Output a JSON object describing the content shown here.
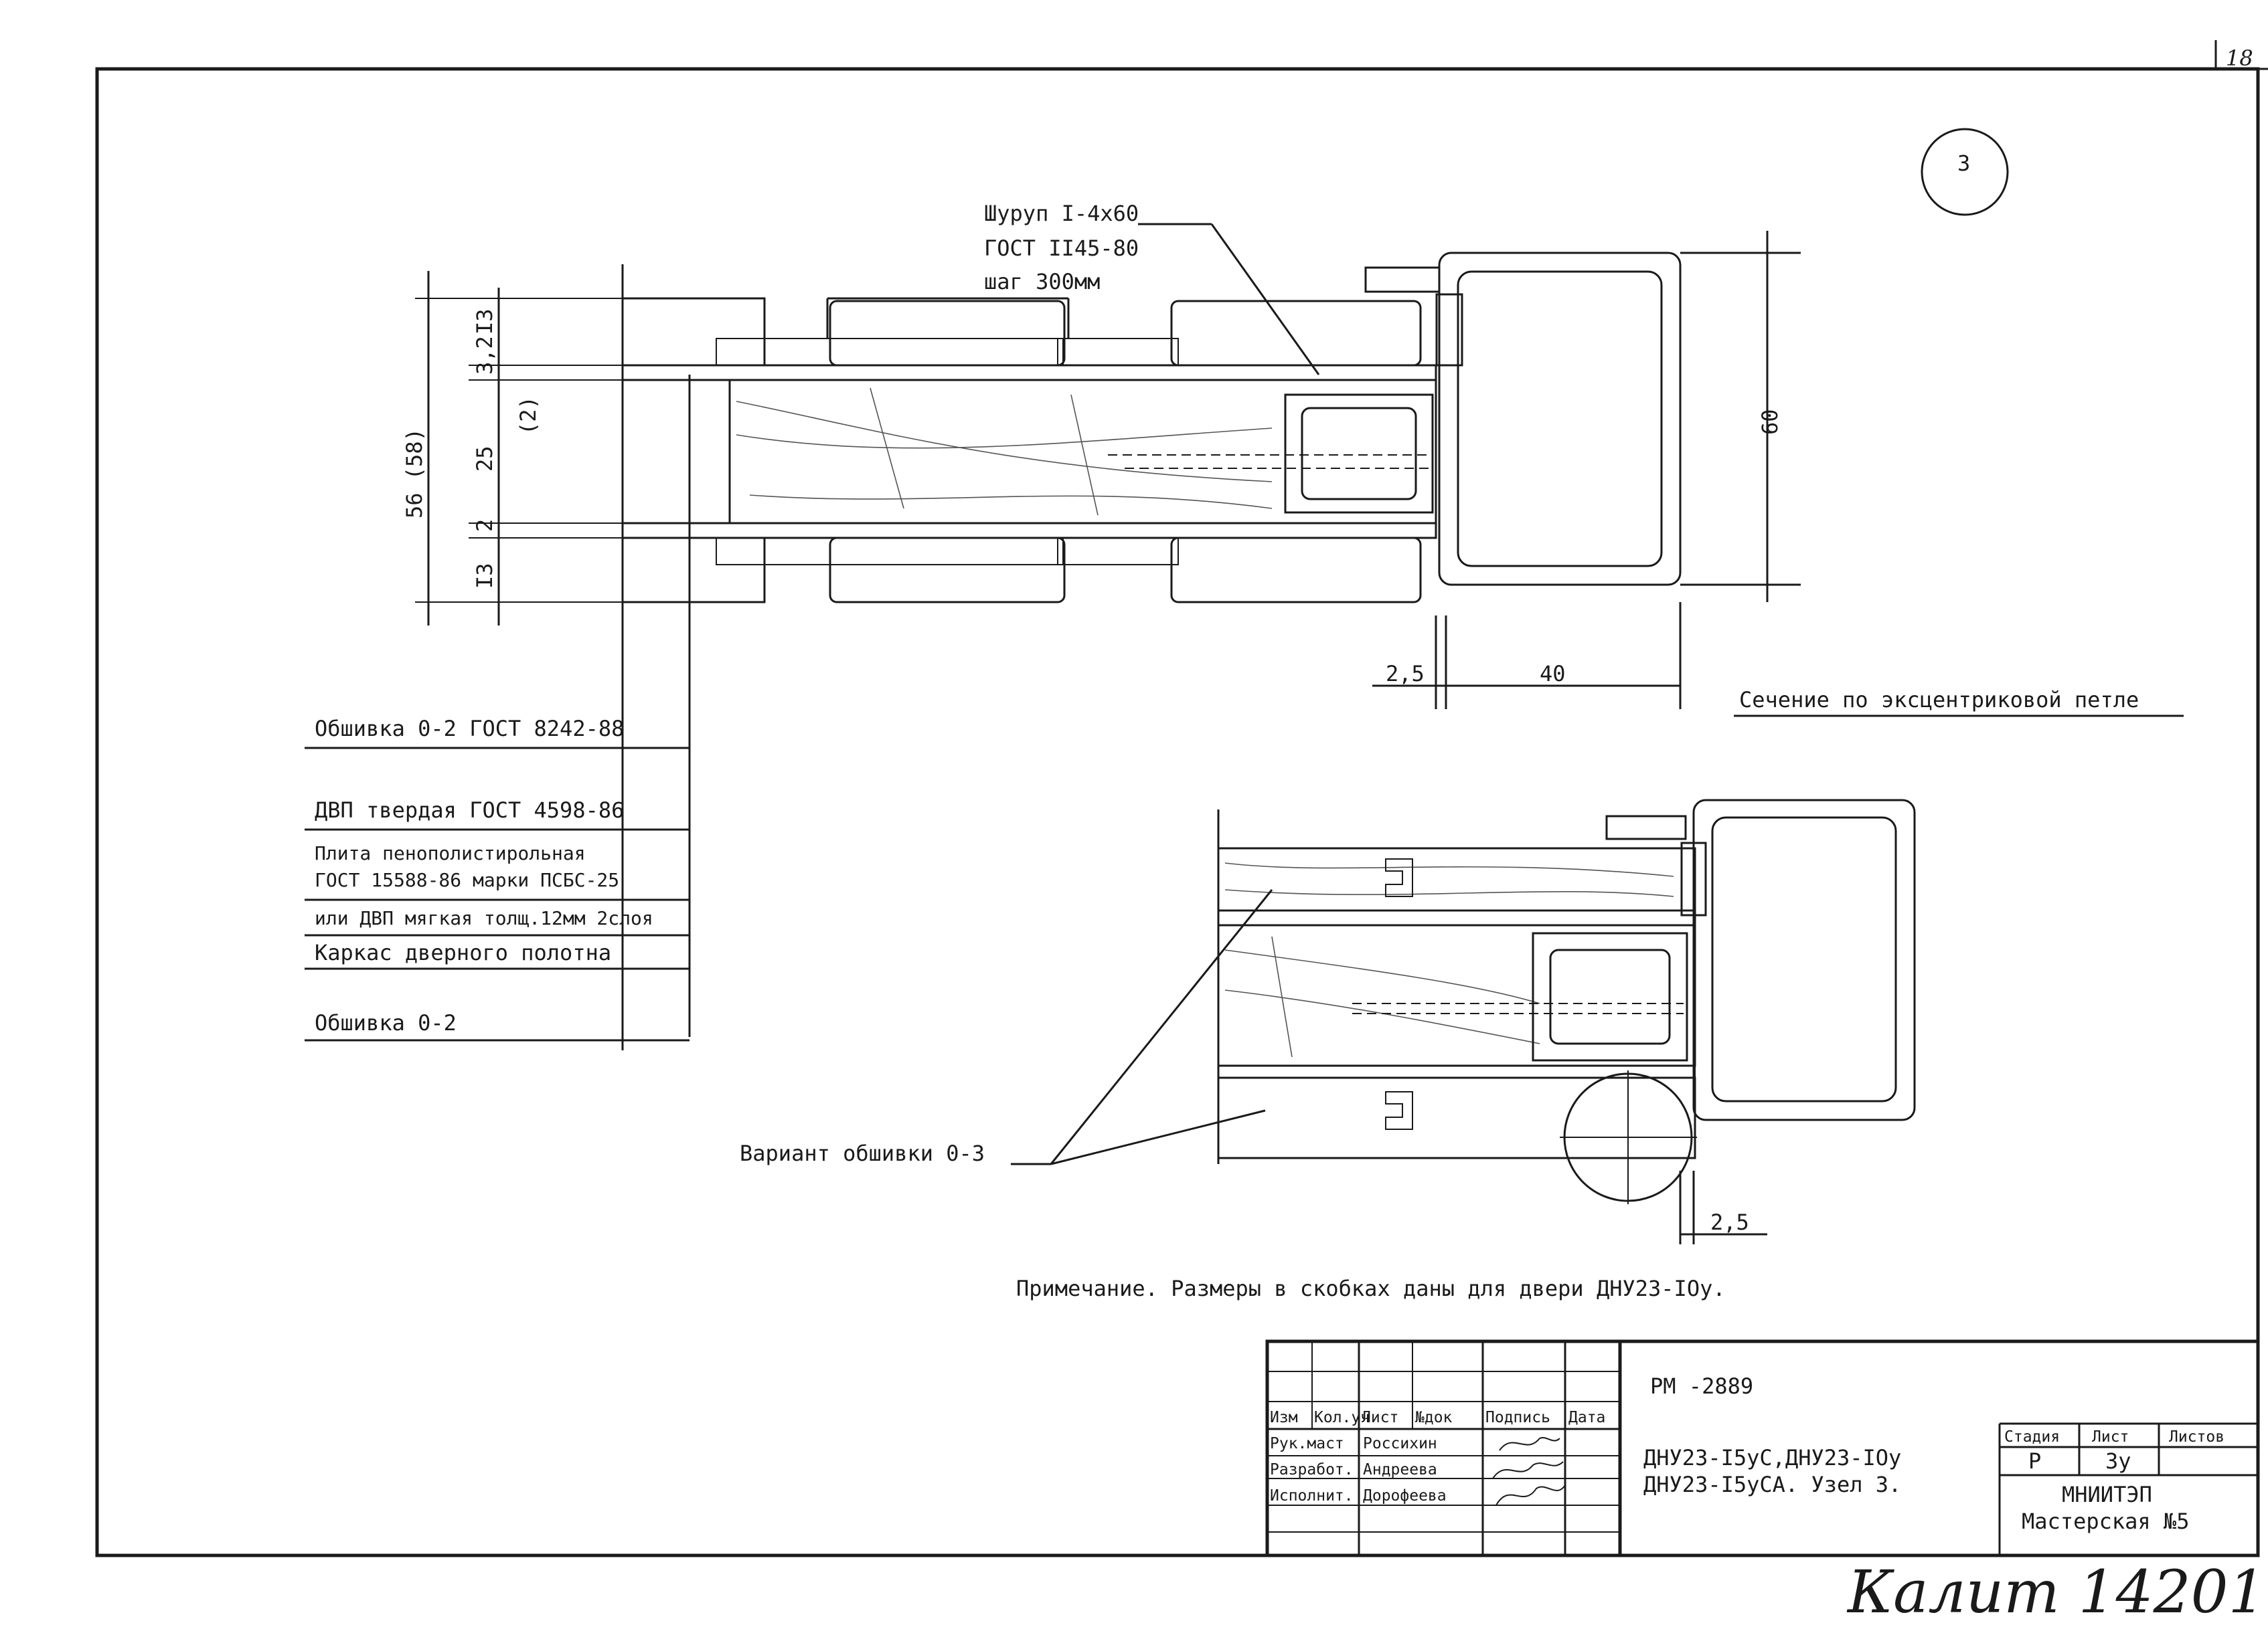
{
  "sheet": {
    "page_number": "18",
    "node_circle": "3"
  },
  "top_section": {
    "screw_callout": [
      "Шуруп I-4х60",
      "ГОСТ II45-80",
      "шаг 300мм"
    ],
    "dim_left_total": "56 (58)",
    "dim_left_parts": [
      "3,2",
      "I3",
      "(2)",
      "25",
      "2",
      "I3"
    ],
    "dim_height": "60",
    "dim_bottom": [
      "2,5",
      "40"
    ],
    "section_title": "Сечение по эксцентриковой петле"
  },
  "legend": [
    "Обшивка 0-2 ГОСТ 8242-88",
    "ДВП твердая ГОСТ 4598-86",
    "Плита пенополистирольная",
    "ГОСТ 15588-86 марки ПСБС-25",
    "или ДВП мягкая толщ.12мм 2слоя",
    "Каркас дверного полотна",
    "Обшивка 0-2"
  ],
  "bottom_section": {
    "variant_label": "Вариант обшивки 0-3",
    "dim_bottom": "2,5"
  },
  "note": "Примечание. Размеры в скобках даны для двери ДНУ23-IOу.",
  "title_block": {
    "doc_code": "РМ -2889",
    "headers": [
      "Изм",
      "Кол.уч",
      "Лист",
      "№док",
      "Подпись",
      "Дата"
    ],
    "rows": [
      {
        "role": "Рук.маст",
        "name": "Россихин"
      },
      {
        "role": "Разработ.",
        "name": "Андреева"
      },
      {
        "role": "Исполнит.",
        "name": "Дорофеева"
      }
    ],
    "title_lines": [
      "ДНУ23-I5уС,ДНУ23-IOу",
      "ДНУ23-I5уСА. Узел 3."
    ],
    "stage_header": "Стадия",
    "sheet_header": "Лист",
    "sheets_header": "Листов",
    "stage": "Р",
    "sheet": "3у",
    "org_line1": "МНИИТЭП",
    "org_line2": "Мастерская №5"
  },
  "handwritten_mark": "Калит 14201"
}
